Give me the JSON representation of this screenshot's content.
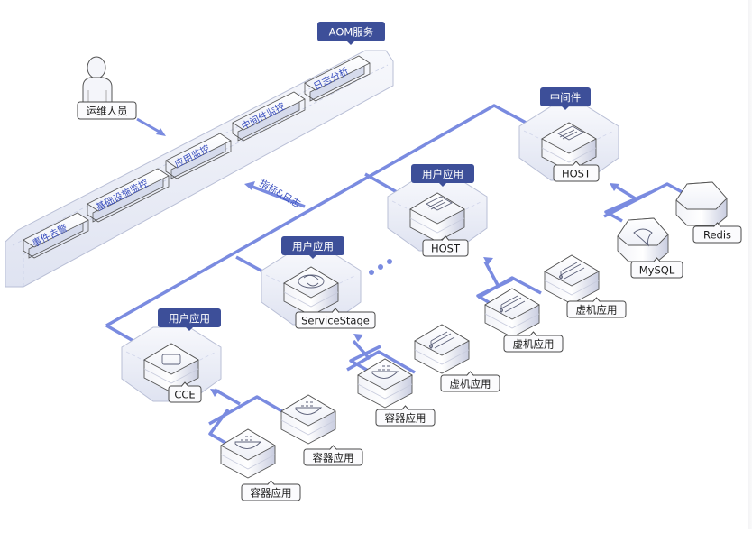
{
  "colors": {
    "title_bg": "#3d4f99",
    "connector": "#7a8be0",
    "platform_fill": "#e6e9f4",
    "platform_stroke": "#b9bfd6",
    "module_text": "#3a4fbf",
    "label_border": "#4a4a4a"
  },
  "aom": {
    "title": "AOM服务",
    "modules": [
      "事件告警",
      "基础设施监控",
      "应用监控",
      "中间件监控",
      "日志分析"
    ]
  },
  "operator": {
    "label": "运维人员",
    "icon": "person-icon"
  },
  "annotation": {
    "label": "指标&日志",
    "icon": "arrow-icon"
  },
  "ellipsis": "...",
  "groups": [
    {
      "id": "cce",
      "title": "用户应用",
      "node": {
        "label": "CCE",
        "icon": "cce-icon"
      },
      "children": [
        {
          "label": "容器应用",
          "icon": "docker-icon"
        },
        {
          "label": "容器应用",
          "icon": "docker-icon"
        }
      ]
    },
    {
      "id": "servicestage",
      "title": "用户应用",
      "node": {
        "label": "ServiceStage",
        "icon": "servicestage-icon"
      },
      "children": [
        {
          "label": "容器应用",
          "icon": "docker-icon"
        },
        {
          "label": "虚机应用",
          "icon": "vm-icon"
        }
      ]
    },
    {
      "id": "host-app",
      "title": "用户应用",
      "node": {
        "label": "HOST",
        "icon": "host-icon"
      },
      "children": [
        {
          "label": "虚机应用",
          "icon": "vm-icon"
        },
        {
          "label": "虚机应用",
          "icon": "vm-icon"
        }
      ]
    },
    {
      "id": "middleware",
      "title": "中间件",
      "node": {
        "label": "HOST",
        "icon": "host-icon"
      },
      "children": [
        {
          "label": "MySQL",
          "icon": "mysql-icon"
        },
        {
          "label": "Redis",
          "icon": "redis-icon"
        }
      ]
    }
  ]
}
